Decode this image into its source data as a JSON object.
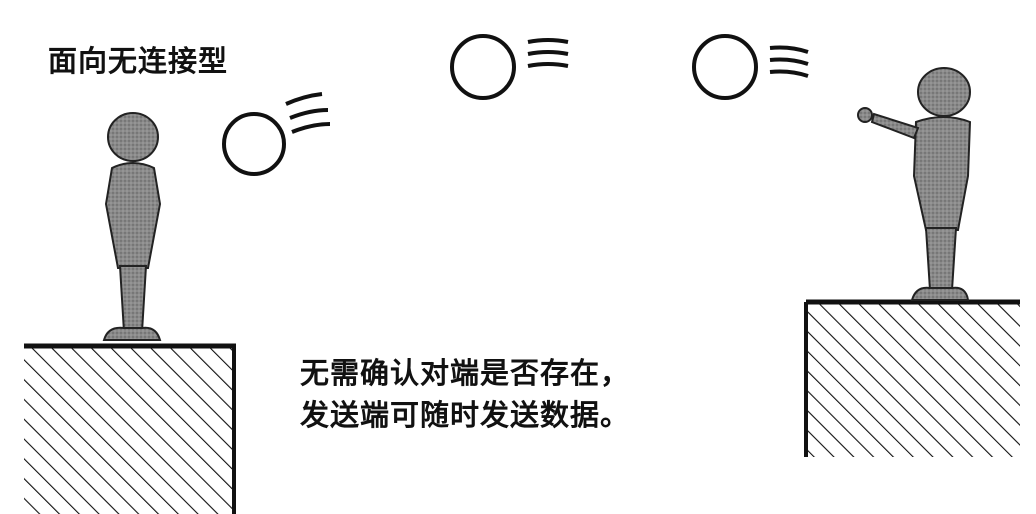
{
  "title": "面向无连接型",
  "caption": {
    "line1": "无需确认对端是否存在，",
    "line2": "发送端可随时发送数据。"
  },
  "colors": {
    "figure_fill": "#808080",
    "line": "#111111",
    "background": "#ffffff"
  }
}
